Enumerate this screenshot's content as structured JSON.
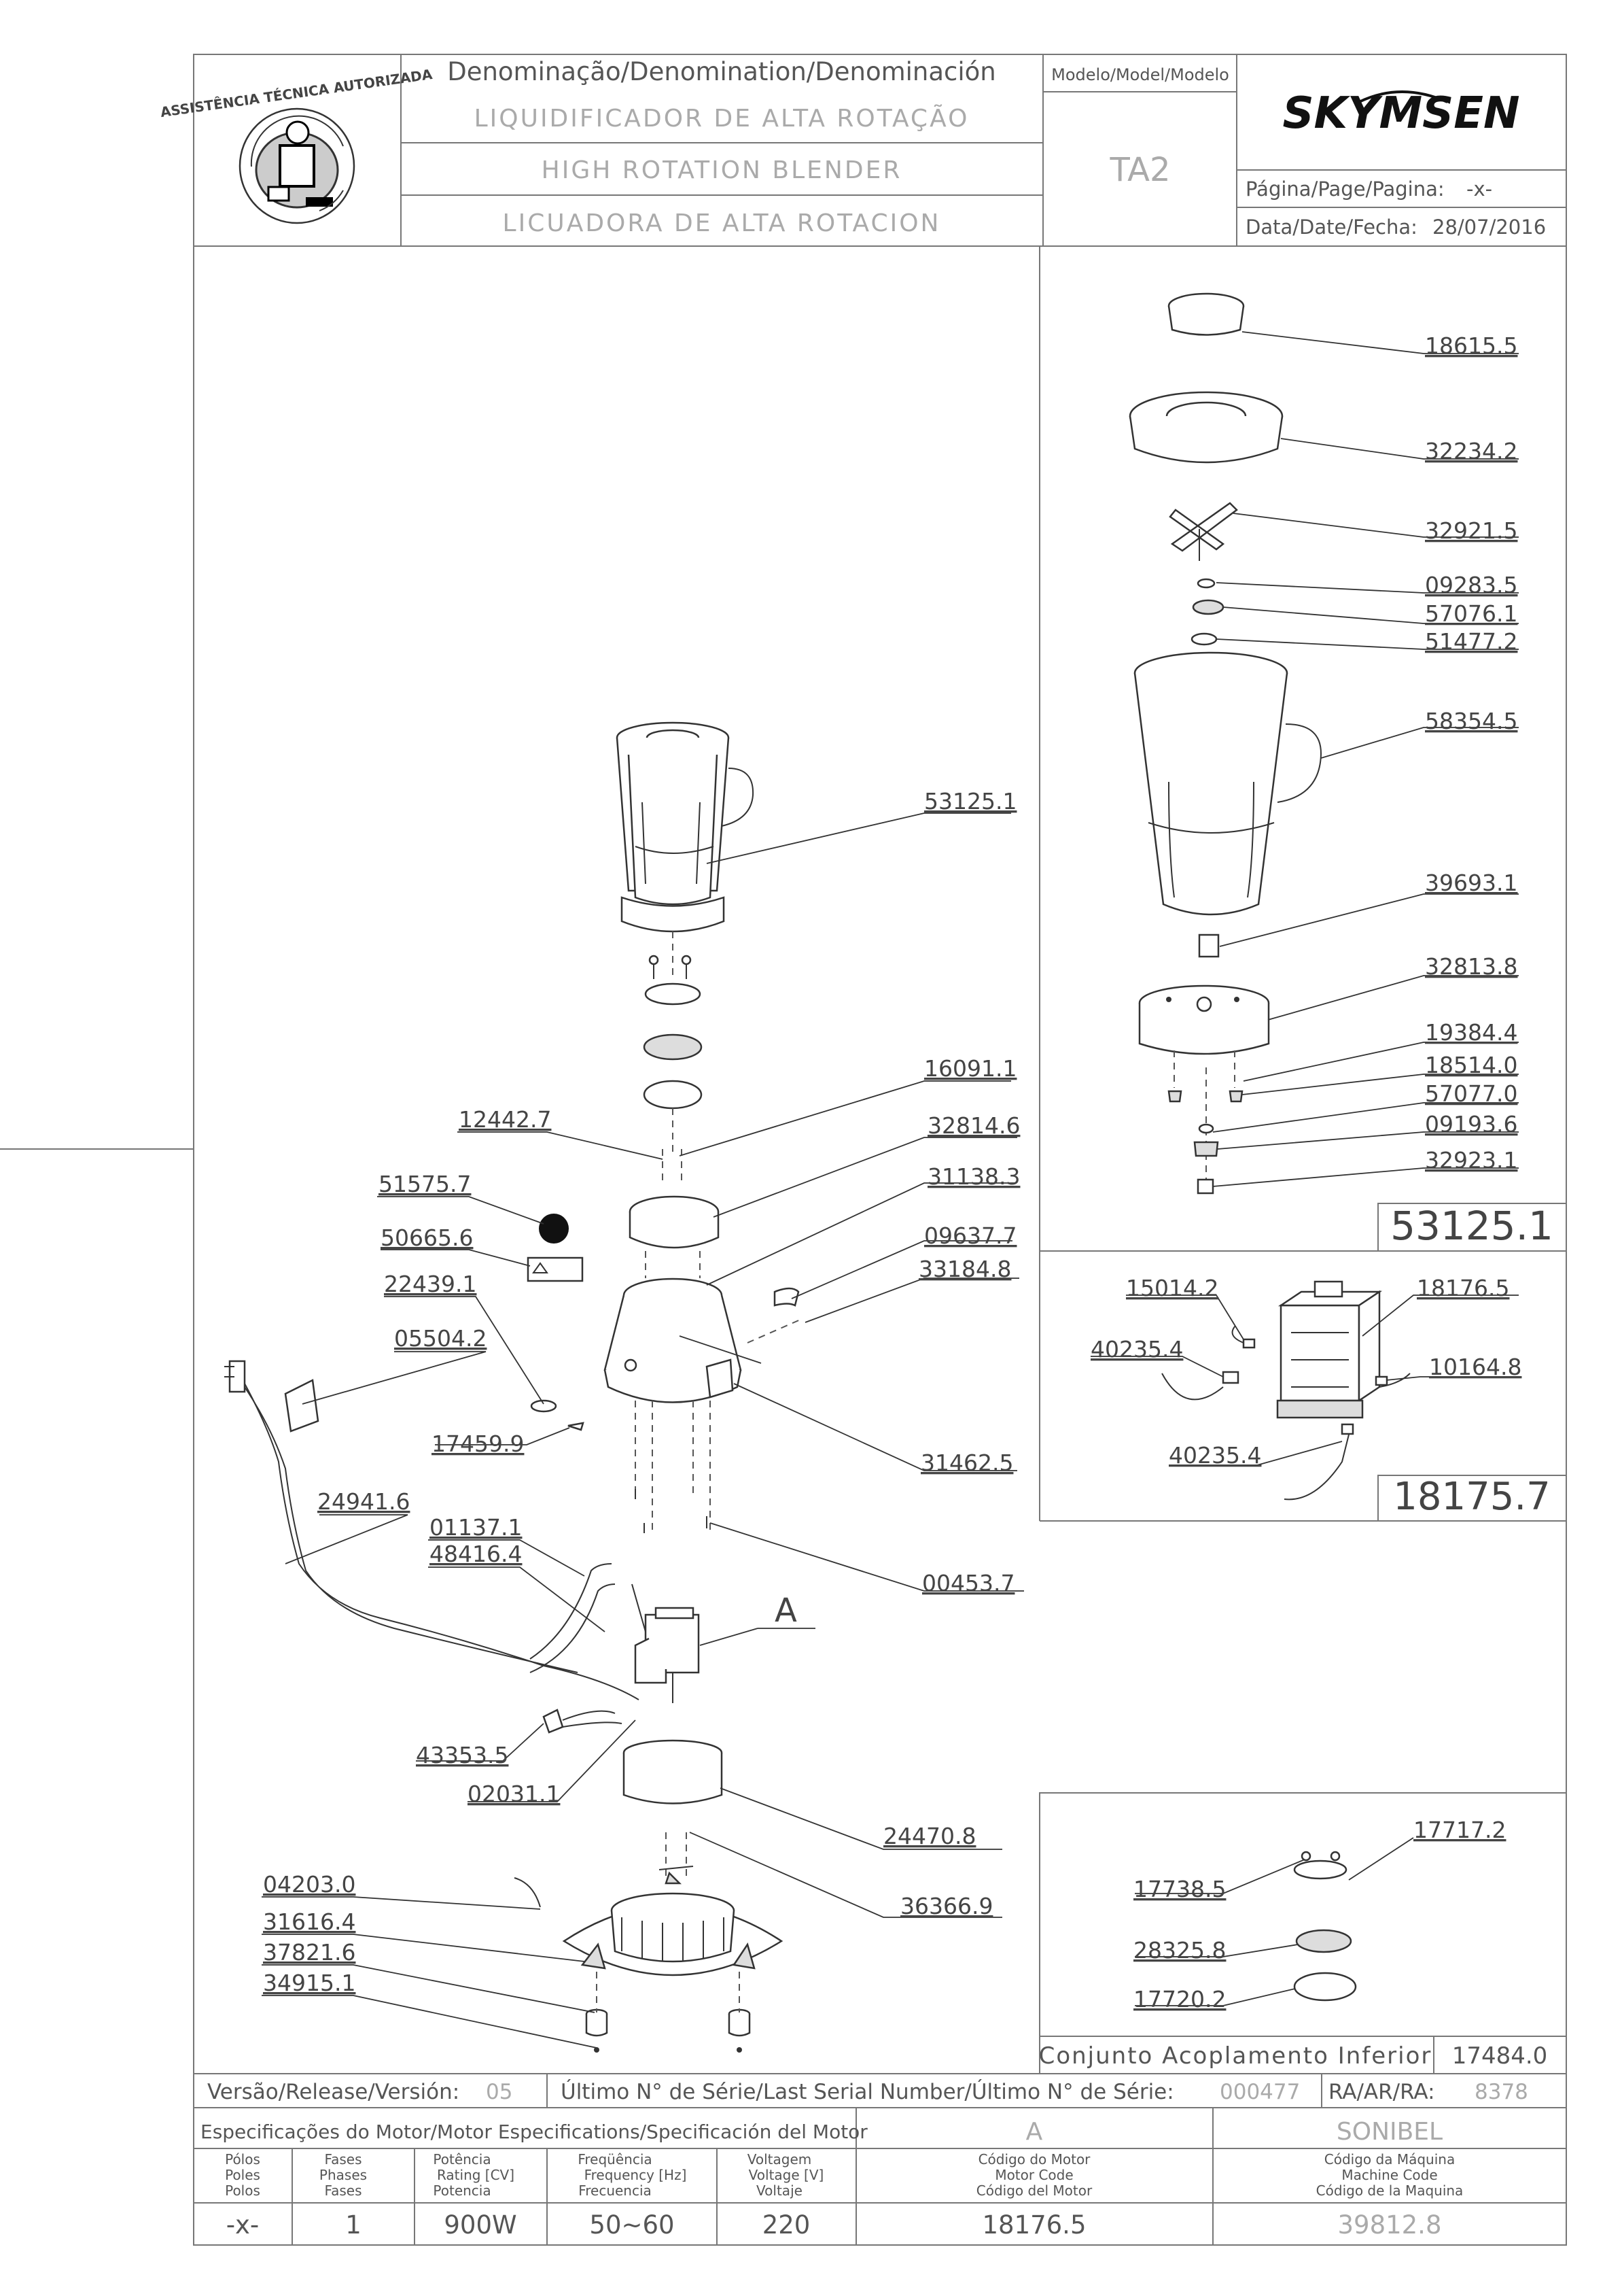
{
  "header": {
    "denomination_label": "Denominação/Denomination/Denominación",
    "name_pt": "LIQUIDIFICADOR DE ALTA ROTAÇÃO",
    "name_en": "HIGH ROTATION BLENDER",
    "name_es": "LICUADORA DE ALTA ROTACION",
    "model_label": "Modelo/Model/Modelo",
    "model": "TA2",
    "brand": "SKYMSEN",
    "page_label": "Página/Page/Pagina:",
    "page_value": "-x-",
    "date_label": "Data/Date/Fecha:",
    "date_value": "28/07/2016",
    "seal_text": "ASSISTÊNCIA TÉCNICA AUTORIZADA"
  },
  "main_parts": [
    "53125.1",
    "16091.1",
    "12442.7",
    "32814.6",
    "51575.7",
    "31138.3",
    "50665.6",
    "09637.7",
    "33184.8",
    "22439.1",
    "05504.2",
    "17459.9",
    "31462.5",
    "24941.6",
    "01137.1",
    "48416.4",
    "00453.7",
    "43353.5",
    "02031.1",
    "24470.8",
    "36366.9",
    "04203.0",
    "31616.4",
    "37821.6",
    "34915.1"
  ],
  "motor_marker": "A",
  "jar_assembly": {
    "parts": [
      "18615.5",
      "32234.2",
      "32921.5",
      "09283.5",
      "57076.1",
      "51477.2",
      "58354.5",
      "39693.1",
      "32813.8",
      "19384.4",
      "18514.0",
      "57077.0",
      "09193.6",
      "32923.1"
    ],
    "code": "53125.1"
  },
  "motor_assembly": {
    "parts": [
      "15014.2",
      "18176.5",
      "40235.4",
      "10164.8",
      "40235.4"
    ],
    "code": "18175.7"
  },
  "coupling_assembly": {
    "parts": [
      "17717.2",
      "17738.5",
      "28325.8",
      "17720.2"
    ],
    "title": "Conjunto Acoplamento Inferior",
    "code": "17484.0"
  },
  "version_row": {
    "version_label": "Versão/Release/Versión:",
    "version_value": "05",
    "serial_label": "Último N° de Série/Last Serial Number/Último N° de Série:",
    "serial_value": "000477",
    "ra_label": "RA/AR/RA:",
    "ra_value": "8378"
  },
  "motor_spec": {
    "title": "Especificações do Motor/Motor Especifications/Specificación del Motor",
    "marker": "A",
    "maker": "SONIBEL",
    "col_poles": [
      "Pólos",
      "Poles",
      "Polos"
    ],
    "col_phases": [
      "Fases",
      "Phases",
      "Fases"
    ],
    "col_power": [
      "Potência",
      "Rating [CV]",
      "Potencia"
    ],
    "col_freq": [
      "Freqüência",
      "Frequency [Hz]",
      "Frecuencia"
    ],
    "col_volt": [
      "Voltagem",
      "Voltage [V]",
      "Voltaje"
    ],
    "col_motor_code": [
      "Código do Motor",
      "Motor Code",
      "Código del Motor"
    ],
    "col_machine_code": [
      "Código da Máquina",
      "Machine Code",
      "Código de la Maquina"
    ],
    "poles": "-x-",
    "phases": "1",
    "power": "900W",
    "frequency": "50~60",
    "voltage": "220",
    "motor_code": "18176.5",
    "machine_code": "39812.8"
  }
}
